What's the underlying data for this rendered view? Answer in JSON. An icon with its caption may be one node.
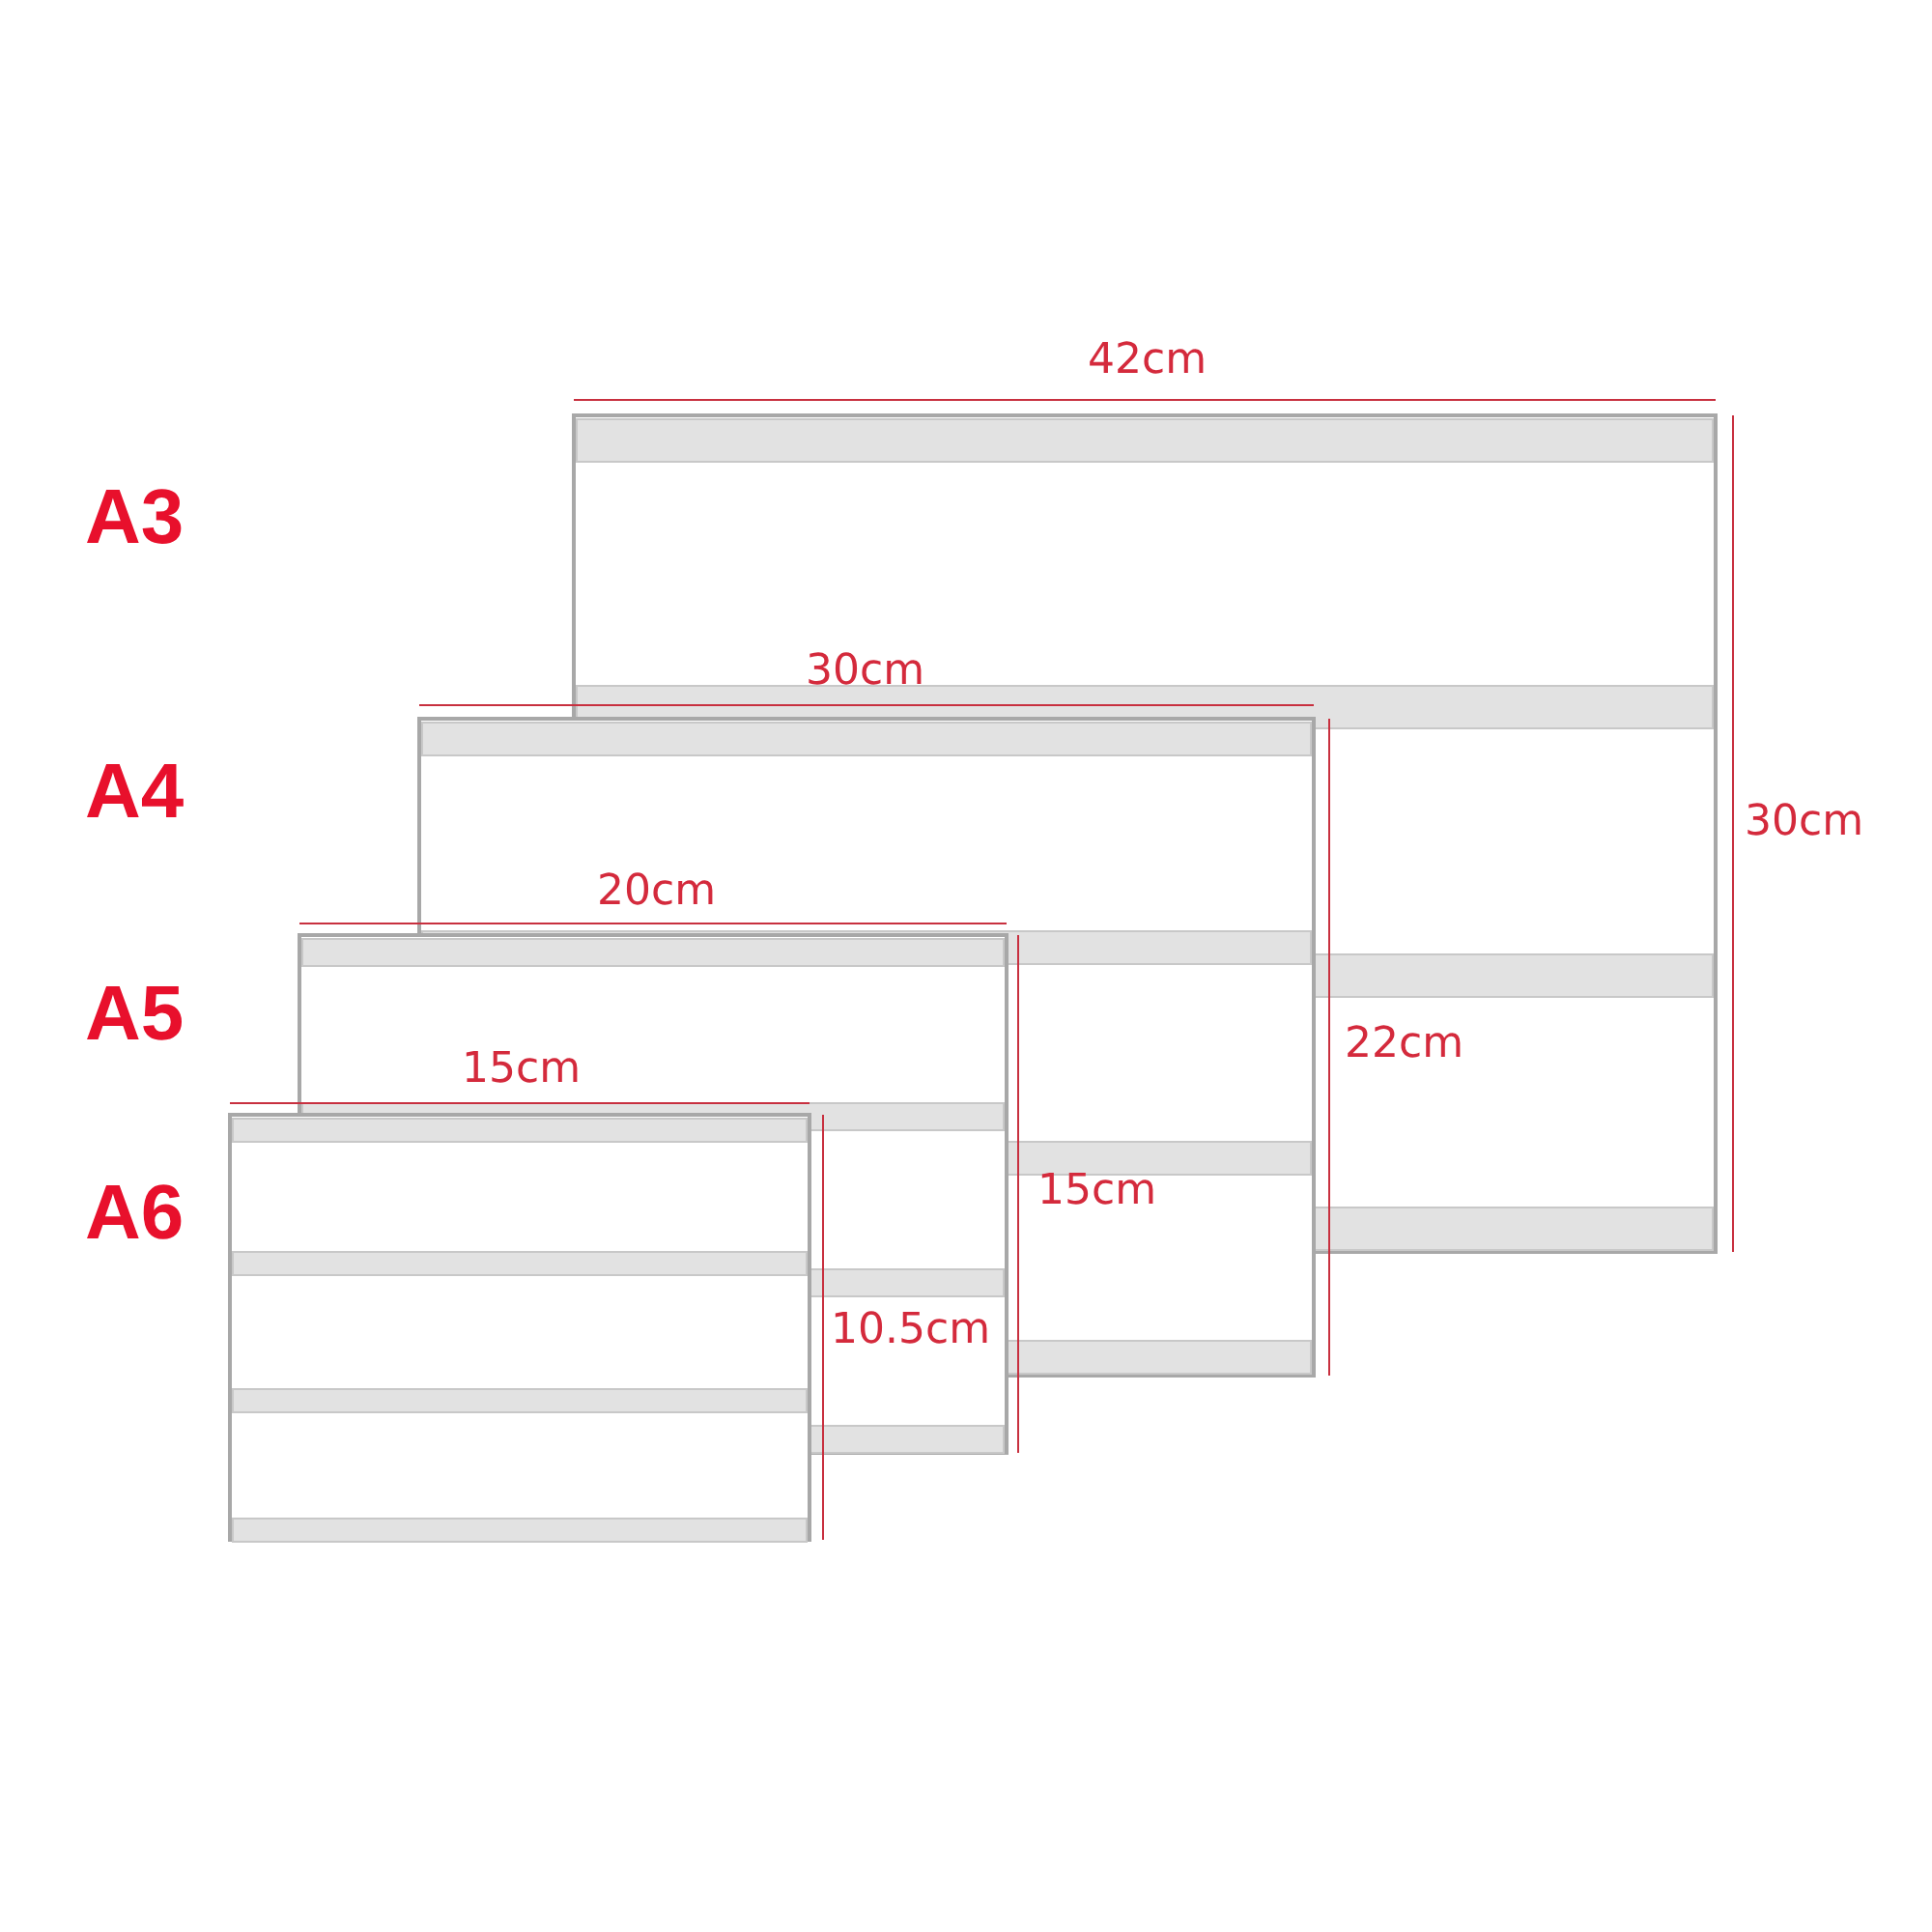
{
  "diagram": {
    "labels": [
      "42cm",
      "A3",
      "30cm",
      "A4",
      "30cm",
      "20cm",
      "A5",
      "22cm",
      "15cm",
      "A6",
      "15cm",
      "10.5cm"
    ]
  }
}
